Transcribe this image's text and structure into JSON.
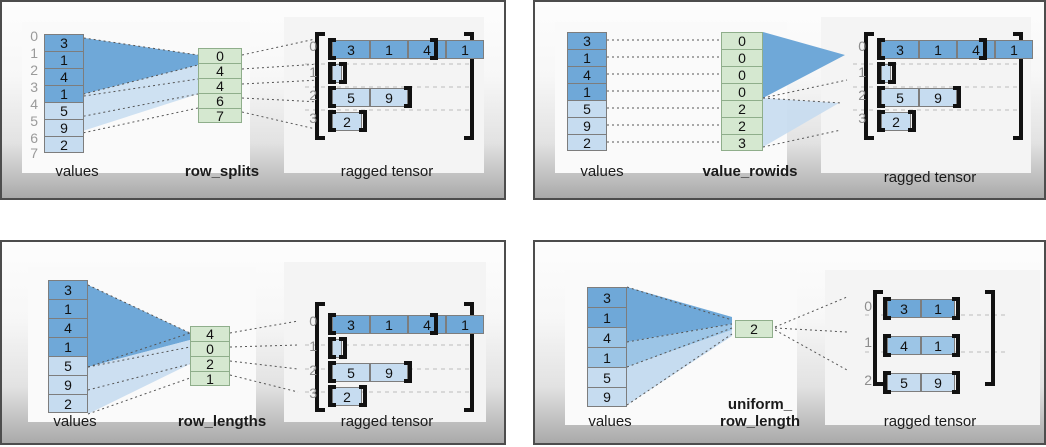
{
  "theme": {
    "blue_dark": "#6fa8d8",
    "blue_mid": "#9cc5e6",
    "blue_light": "#c6dcf0",
    "green": "#d5e8d0",
    "green_border": "#8fae8b",
    "panel_border": "#4d4d4d",
    "idx_gray": "#9a9a9a",
    "dash_gray": "#555555"
  },
  "panels": [
    {
      "id": "row-splits",
      "values_label": "values",
      "encoding_label": "row_splits",
      "tensor_label": "ragged tensor",
      "values": [
        "3",
        "1",
        "4",
        "1",
        "5",
        "9",
        "2"
      ],
      "value_shades": [
        "dark",
        "dark",
        "dark",
        "dark",
        "light",
        "light",
        "light"
      ],
      "boundary_indices": [
        "0",
        "1",
        "2",
        "3",
        "4",
        "5",
        "6",
        "7"
      ],
      "encoding_values": [
        "0",
        "4",
        "4",
        "6",
        "7"
      ],
      "tensor_row_indices": [
        "0",
        "1",
        "2",
        "3"
      ],
      "tensor_rows": [
        {
          "cells": [
            "3",
            "1",
            "4",
            "1"
          ],
          "shade": "dark"
        },
        {
          "cells": [],
          "shade": "light"
        },
        {
          "cells": [
            "5",
            "9"
          ],
          "shade": "light"
        },
        {
          "cells": [
            "2"
          ],
          "shade": "light"
        }
      ]
    },
    {
      "id": "value-rowids",
      "values_label": "values",
      "encoding_label": "value_rowids",
      "tensor_label": "ragged tensor",
      "values": [
        "3",
        "1",
        "4",
        "1",
        "5",
        "9",
        "2"
      ],
      "value_shades": [
        "dark",
        "dark",
        "dark",
        "dark",
        "light",
        "light",
        "light"
      ],
      "boundary_indices": [],
      "encoding_values": [
        "0",
        "0",
        "0",
        "0",
        "2",
        "2",
        "3"
      ],
      "tensor_row_indices": [
        "0",
        "1",
        "2",
        "3"
      ],
      "tensor_rows": [
        {
          "cells": [
            "3",
            "1",
            "4",
            "1"
          ],
          "shade": "dark"
        },
        {
          "cells": [],
          "shade": "light"
        },
        {
          "cells": [
            "5",
            "9"
          ],
          "shade": "light"
        },
        {
          "cells": [
            "2"
          ],
          "shade": "light"
        }
      ]
    },
    {
      "id": "row-lengths",
      "values_label": "values",
      "encoding_label": "row_lengths",
      "tensor_label": "ragged tensor",
      "values": [
        "3",
        "1",
        "4",
        "1",
        "5",
        "9",
        "2"
      ],
      "value_shades": [
        "dark",
        "dark",
        "dark",
        "dark",
        "light",
        "light",
        "light"
      ],
      "boundary_indices": [],
      "encoding_values": [
        "4",
        "0",
        "2",
        "1"
      ],
      "tensor_row_indices": [
        "0",
        "1",
        "2",
        "3"
      ],
      "tensor_rows": [
        {
          "cells": [
            "3",
            "1",
            "4",
            "1"
          ],
          "shade": "dark"
        },
        {
          "cells": [],
          "shade": "light"
        },
        {
          "cells": [
            "5",
            "9"
          ],
          "shade": "light"
        },
        {
          "cells": [
            "2"
          ],
          "shade": "light"
        }
      ]
    },
    {
      "id": "uniform-row-length",
      "values_label": "values",
      "encoding_label_line1": "uniform_",
      "encoding_label_line2": "row_length",
      "tensor_label": "ragged tensor",
      "values": [
        "3",
        "1",
        "4",
        "1",
        "5",
        "9"
      ],
      "value_shades": [
        "dark",
        "dark",
        "mid",
        "mid",
        "light",
        "light"
      ],
      "boundary_indices": [],
      "encoding_values": [
        "2"
      ],
      "tensor_row_indices": [
        "0",
        "1",
        "2"
      ],
      "tensor_rows": [
        {
          "cells": [
            "3",
            "1"
          ],
          "shade": "dark"
        },
        {
          "cells": [
            "4",
            "1"
          ],
          "shade": "mid"
        },
        {
          "cells": [
            "5",
            "9"
          ],
          "shade": "light"
        }
      ]
    }
  ]
}
